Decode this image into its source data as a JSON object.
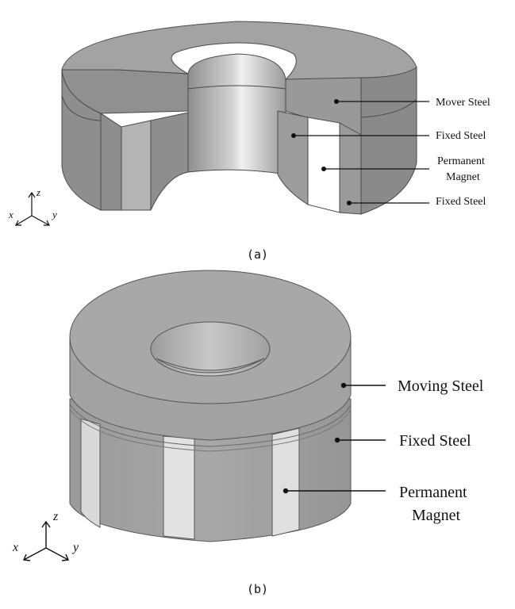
{
  "figure_a": {
    "caption": "(a)",
    "labels": {
      "mover_steel": "Mover Steel",
      "fixed_steel_upper": "Fixed Steel",
      "permanent_magnet_line1": "Permanent",
      "permanent_magnet_line2": "Magnet",
      "fixed_steel_lower": "Fixed Steel"
    },
    "axes": {
      "x": "x",
      "y": "y",
      "z": "z"
    }
  },
  "figure_b": {
    "caption": "(b)",
    "labels": {
      "moving_steel": "Moving Steel",
      "fixed_steel": "Fixed Steel",
      "permanent_magnet_line1": "Permanent",
      "permanent_magnet_line2": "Magnet"
    },
    "axes": {
      "x": "x",
      "y": "y",
      "z": "z"
    }
  }
}
